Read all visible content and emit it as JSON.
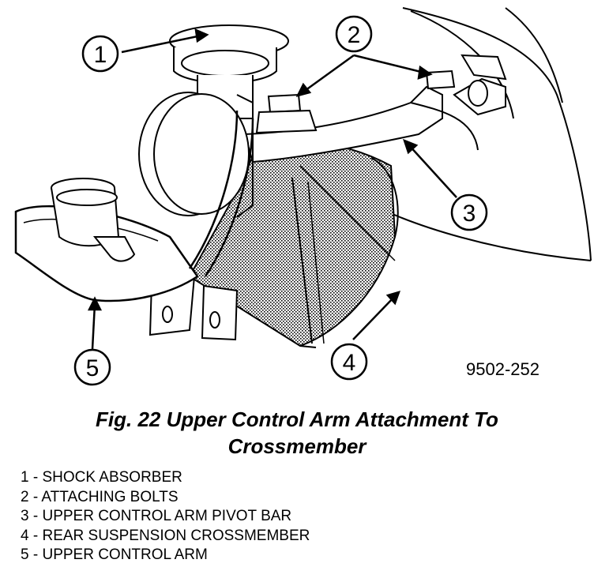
{
  "callouts": [
    "1",
    "2",
    "3",
    "4",
    "5"
  ],
  "figure_id": "9502-252",
  "caption": {
    "line1": "Fig. 22 Upper Control Arm Attachment To",
    "line2": "Crossmember"
  },
  "legend": [
    {
      "num": "1",
      "text": "SHOCK ABSORBER"
    },
    {
      "num": "2",
      "text": "ATTACHING BOLTS"
    },
    {
      "num": "3",
      "text": "UPPER CONTROL ARM PIVOT BAR"
    },
    {
      "num": "4",
      "text": "REAR SUSPENSION CROSSMEMBER"
    },
    {
      "num": "5",
      "text": "UPPER CONTROL ARM"
    }
  ],
  "legend_separator": " - "
}
